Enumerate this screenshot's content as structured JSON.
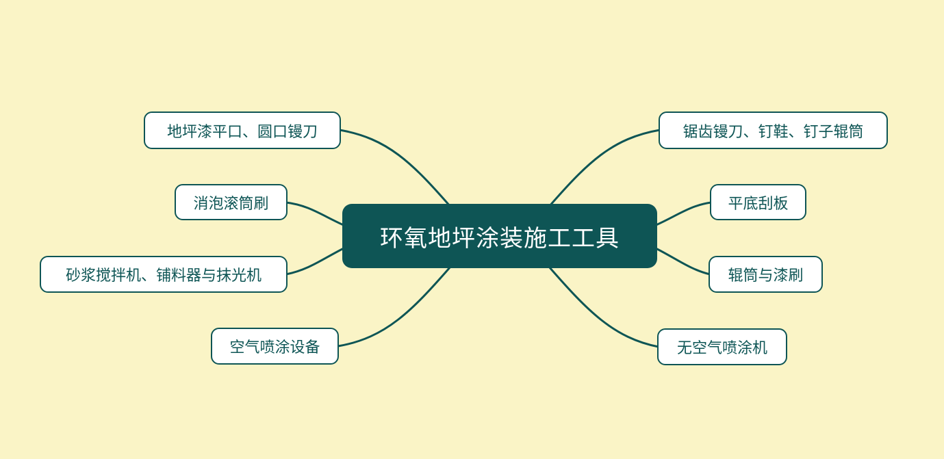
{
  "diagram": {
    "type": "mindmap",
    "center": {
      "label": "环氧地坪涂装施工工具"
    },
    "left_branches": [
      {
        "label": "地坪漆平口、圆口镘刀"
      },
      {
        "label": "消泡滚筒刷"
      },
      {
        "label": "砂浆搅拌机、铺料器与抹光机"
      },
      {
        "label": "空气喷涂设备"
      }
    ],
    "right_branches": [
      {
        "label": "锯齿镘刀、钉鞋、钉子辊筒"
      },
      {
        "label": "平底刮板"
      },
      {
        "label": "辊筒与漆刷"
      },
      {
        "label": "无空气喷涂机"
      }
    ],
    "colors": {
      "background": "#faf4c6",
      "primary_teal": "#0e5555",
      "branch_fill": "#ffffff",
      "center_text": "#ffffff"
    }
  }
}
